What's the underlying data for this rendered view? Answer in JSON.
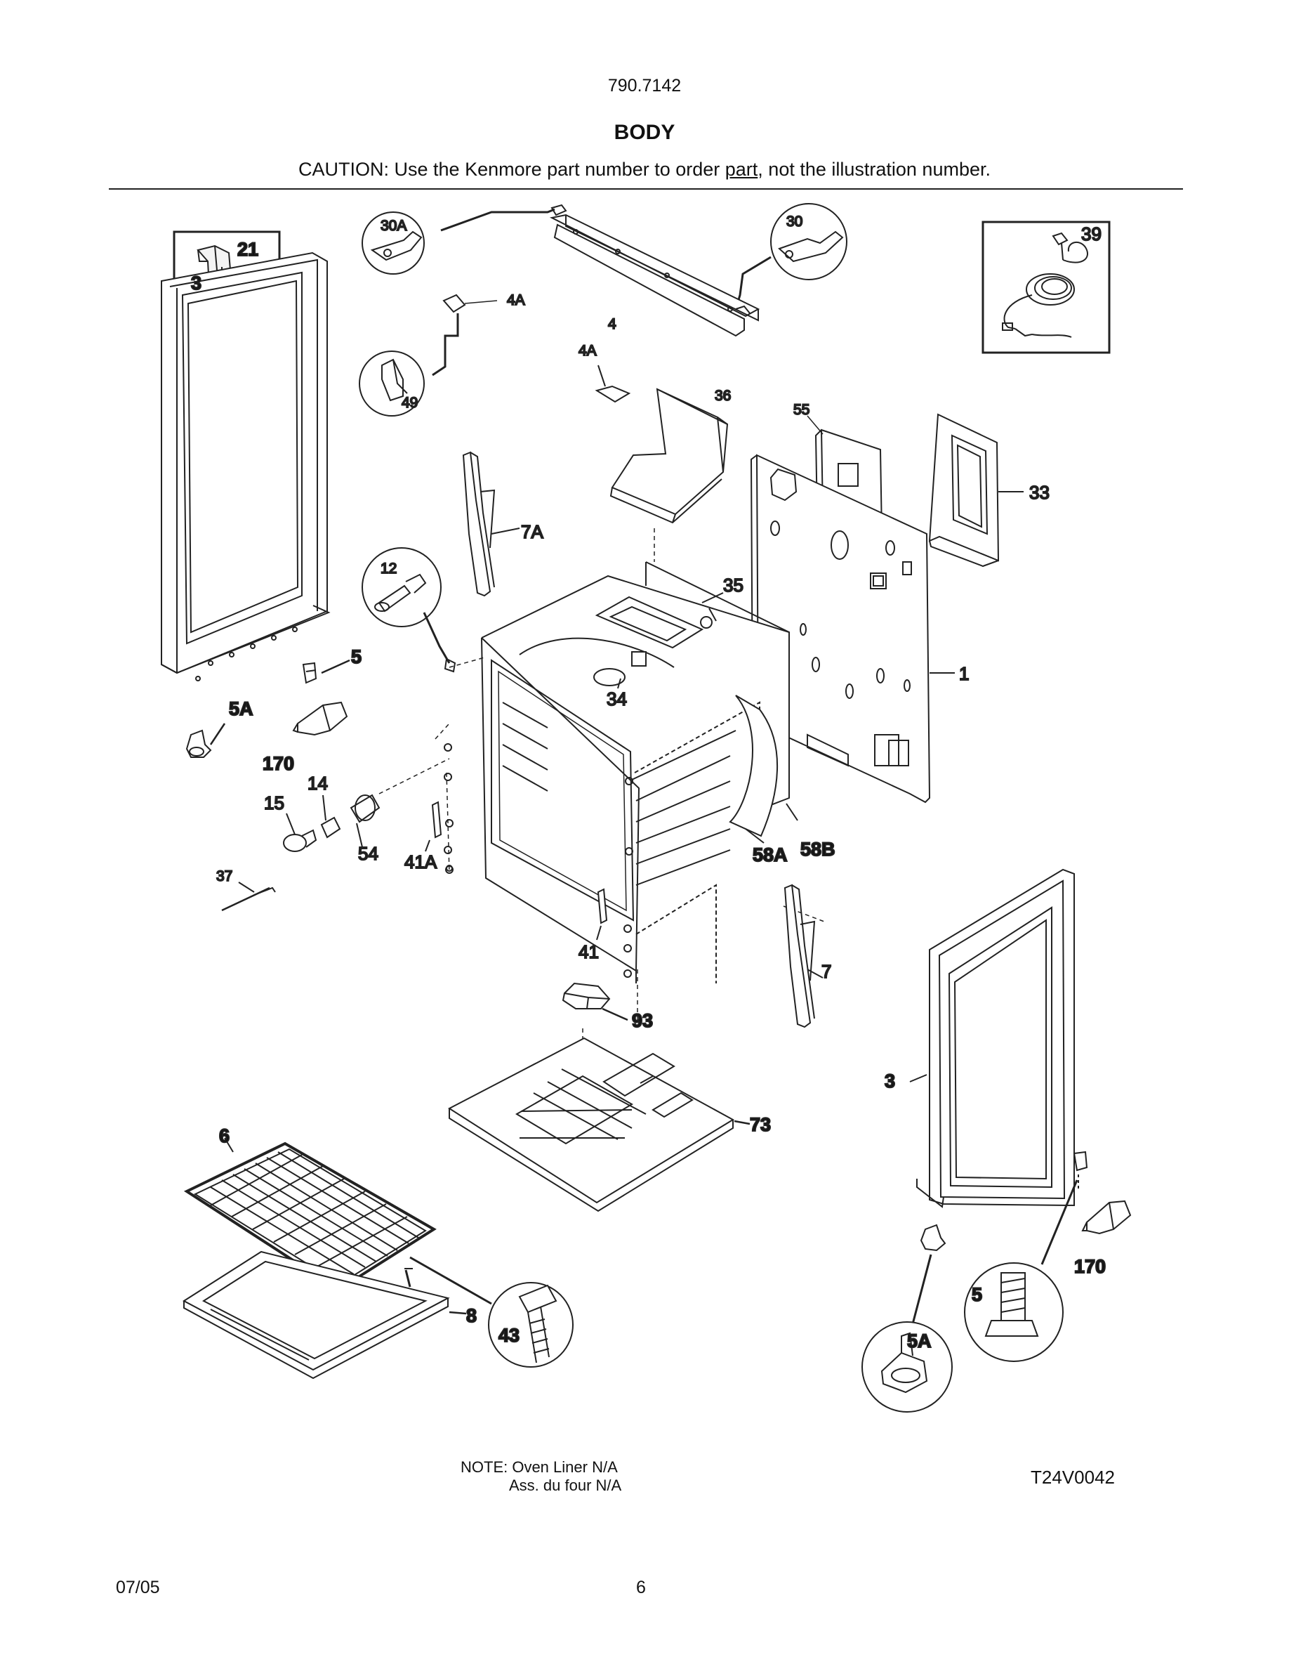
{
  "header": {
    "model": "790.7142",
    "title": "BODY",
    "caution_prefix": "CAUTION: Use the Kenmore part number to order ",
    "caution_link": "part",
    "caution_suffix": ", not the illustration number."
  },
  "labels": {
    "p21": "21",
    "p3_left": "3",
    "p30A": "30A",
    "p30": "30",
    "p39": "39",
    "p4A_top": "4A",
    "p4": "4",
    "p49": "49",
    "p4A_mid": "4A",
    "p36": "36",
    "p55": "55",
    "p33": "33",
    "p7A": "7A",
    "p12": "12",
    "p35": "35",
    "p1": "1",
    "p5_left": "5",
    "p34": "34",
    "p5A_left": "5A",
    "p170_left": "170",
    "p14": "14",
    "p15": "15",
    "p54": "54",
    "p41A": "41A",
    "p58A": "58A",
    "p58B": "58B",
    "p37": "37",
    "p41": "41",
    "p7": "7",
    "p93": "93",
    "p3_right": "3",
    "p73": "73",
    "p6": "6",
    "p8": "8",
    "p43": "43",
    "p170_right": "170",
    "p5_right": "5",
    "p5A_right": "5A"
  },
  "footer": {
    "note_line1": "NOTE: Oven Liner N/A",
    "note_line2": "Ass. du four N/A",
    "diagram_code": "T24V0042",
    "date": "07/05",
    "page_number": "6"
  }
}
